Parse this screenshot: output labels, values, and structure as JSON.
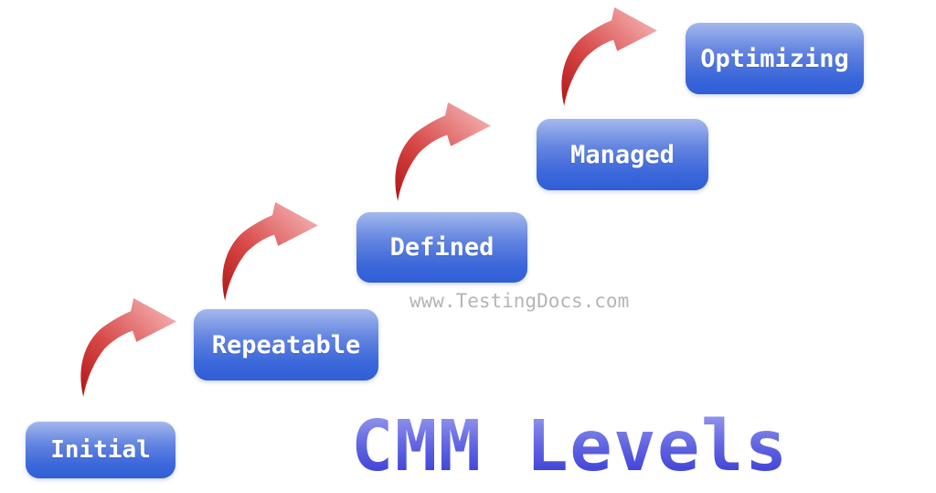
{
  "title": {
    "text": "CMM Levels",
    "gradient_top": "#a3a5f0",
    "gradient_bottom": "#2c2fd0"
  },
  "watermark": {
    "text": "www.TestingDocs.com",
    "color": "#b5b5b5"
  },
  "levels": [
    {
      "label": "Initial"
    },
    {
      "label": "Repeatable"
    },
    {
      "label": "Defined"
    },
    {
      "label": "Managed"
    },
    {
      "label": "Optimizing"
    }
  ],
  "box_style": {
    "gradient_top": "#a3b8ec",
    "gradient_bottom": "#2f5ed6",
    "text_color": "#ffffff"
  },
  "arrow": {
    "icon": "curved-up-right-arrow",
    "count": 4,
    "color_dark": "#b21717",
    "color_light": "#f1a6a6"
  },
  "background": "#ffffff"
}
